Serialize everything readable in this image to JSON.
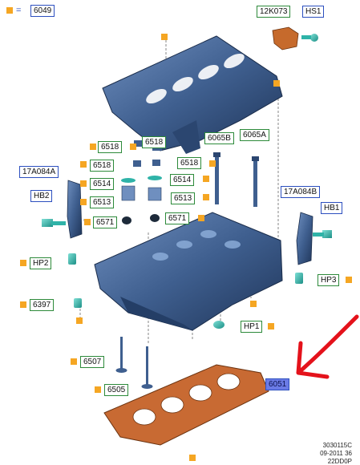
{
  "header": {
    "eq_sign": "=",
    "legend_code": "6049"
  },
  "callouts": {
    "c12k073": "12K073",
    "hs1": "HS1",
    "c6518a": "6518",
    "c6518b": "6518",
    "c6518c": "6518",
    "c6518d": "6518",
    "c6514a": "6514",
    "c6514b": "6514",
    "c6513a": "6513",
    "c6513b": "6513",
    "c6571a": "6571",
    "c6571b": "6571",
    "c17a084a": "17A084A",
    "c17a084b": "17A084B",
    "hb2": "HB2",
    "hb1": "HB1",
    "c6065b": "6065B",
    "c6065a": "6065A",
    "hp2": "HP2",
    "hp3": "HP3",
    "c6397": "6397",
    "hp1": "HP1",
    "c6507": "6507",
    "c6505": "6505",
    "c6051": "6051"
  },
  "footer": {
    "line1": "3030115C",
    "line2": "09-2011 36",
    "line3": "22DD0P"
  },
  "colors": {
    "part_blue": "#3f5f8f",
    "part_blue_dark": "#243e66",
    "part_teal": "#2fb3a8",
    "gasket": "#c86a33",
    "marker": "#f5a623",
    "arrow": "#e4121b"
  }
}
